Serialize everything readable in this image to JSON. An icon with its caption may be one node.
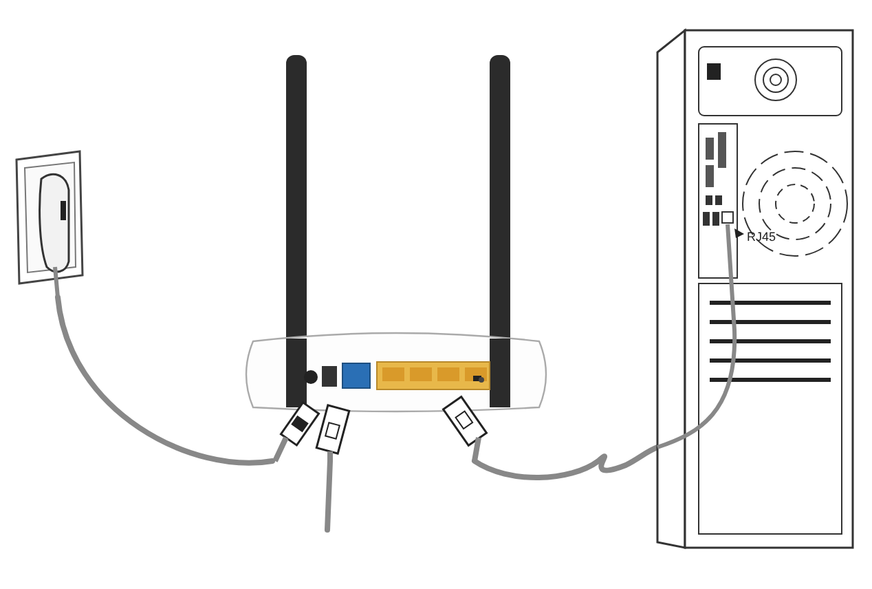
{
  "diagram": {
    "nodes": [
      {
        "text": [],
        "shape": "picture"
      },
      {
        "text": [],
        "shape": "picture"
      },
      {
        "text": [],
        "shape": "picture"
      }
    ],
    "edges": [
      {
        "from": 0,
        "to": 1,
        "arrow": "none"
      },
      {
        "from": 1,
        "to": 2,
        "arrow": "none"
      },
      {
        "from": 1,
        "to": null,
        "arrow": "none"
      }
    ],
    "labels": [
      "RJ45"
    ]
  }
}
